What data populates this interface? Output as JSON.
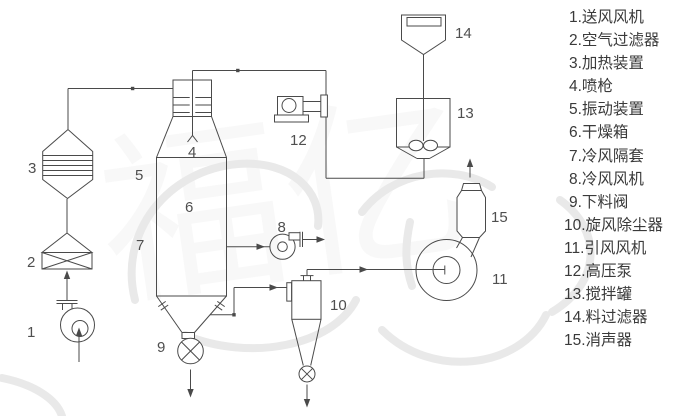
{
  "page": {
    "background_color": "#ffffff",
    "line_color": "#4a4a4a",
    "watermark_color": "#e9e9e9"
  },
  "watermark": {
    "text": "福亿"
  },
  "diagram": {
    "type": "process-flow-diagram",
    "labels": [
      "1",
      "2",
      "3",
      "4",
      "5",
      "6",
      "7",
      "8",
      "9",
      "10",
      "11",
      "12",
      "13",
      "14",
      "15"
    ]
  },
  "legend": {
    "items": [
      "1.送风风机",
      "2.空气过滤器",
      "3.加热装置",
      "4.喷枪",
      "5.振动装置",
      "6.干燥箱",
      "7.冷风隔套",
      "8.冷风风机",
      "9.下料阀",
      "10.旋风除尘器",
      "11.引风风机",
      "12.高压泵",
      "13.搅拌罐",
      "14.料过滤器",
      "15.消声器"
    ]
  }
}
